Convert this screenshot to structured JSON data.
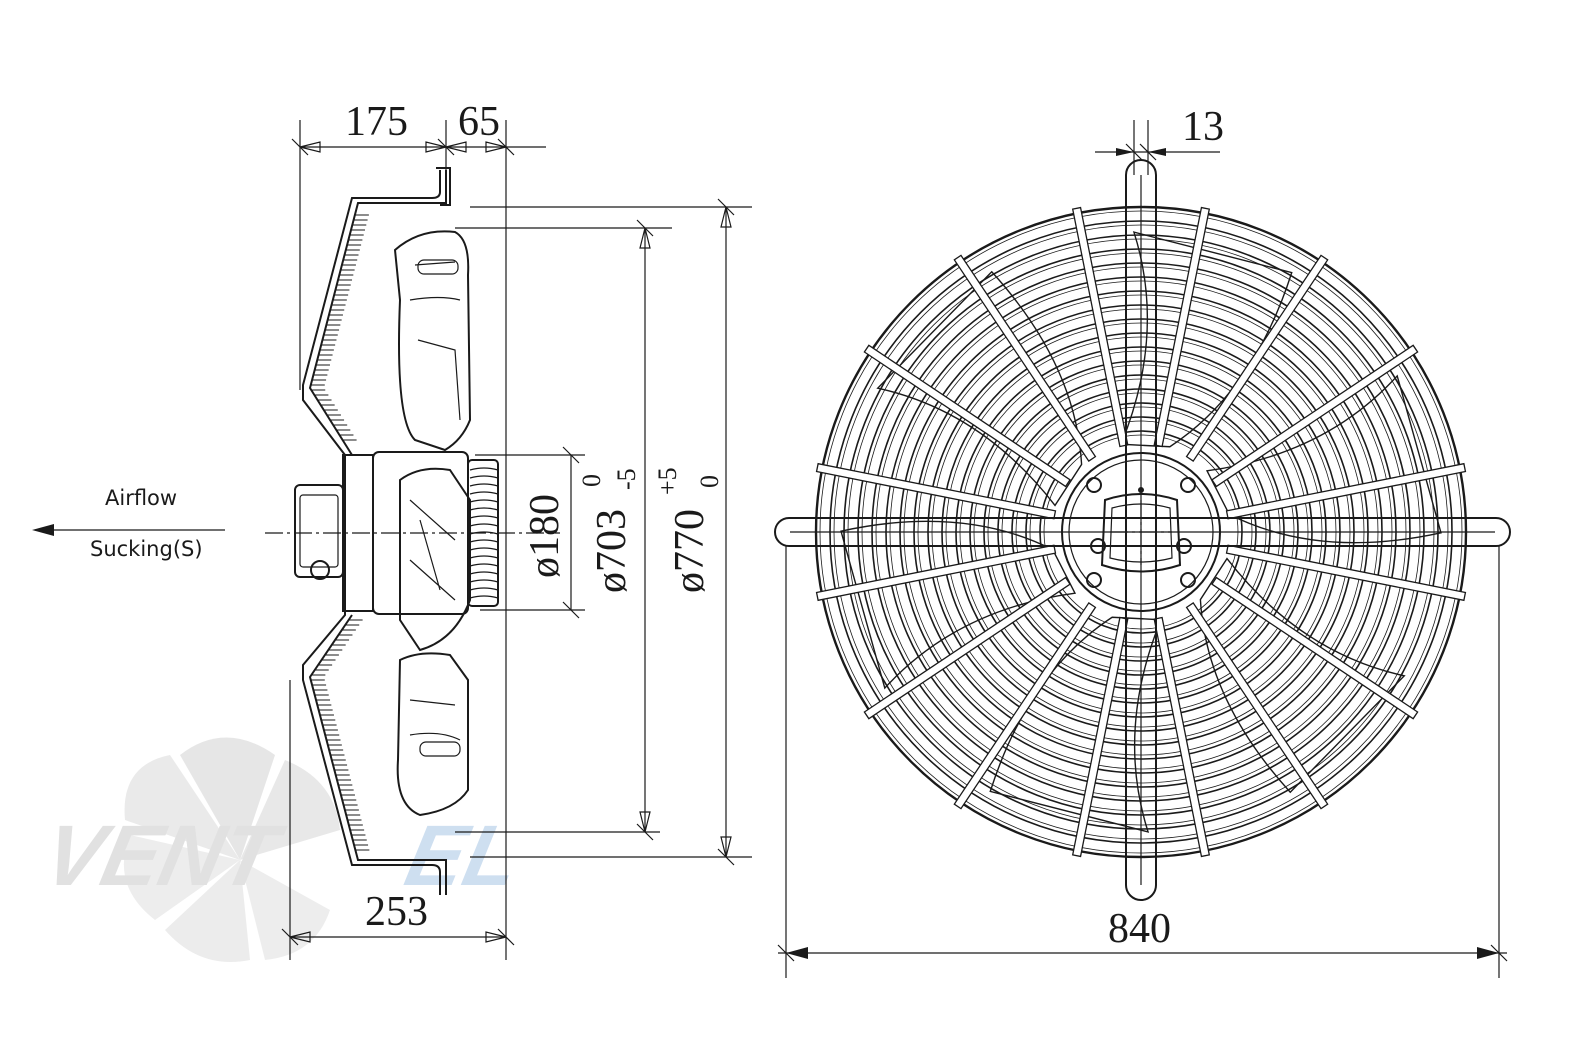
{
  "colors": {
    "ink": "#1a1a1a",
    "guard": "#333333",
    "watermark_gray": "#e3e3e3",
    "watermark_blue": "#c9dcef"
  },
  "labels": {
    "airflow": "Airflow",
    "sucking": "Sucking(S)"
  },
  "dimensions": {
    "d175": "175",
    "d65": "65",
    "d253": "253",
    "d13": "13",
    "d840": "840",
    "d180": "ø180",
    "d703": "ø703",
    "d703_tol_upper": "0",
    "d703_tol_lower": "-5",
    "d770": "ø770",
    "d770_tol_upper": "+5",
    "d770_tol_lower": "0"
  },
  "watermark": {
    "brand_dark": "VENT",
    "brand_light": "EL"
  }
}
